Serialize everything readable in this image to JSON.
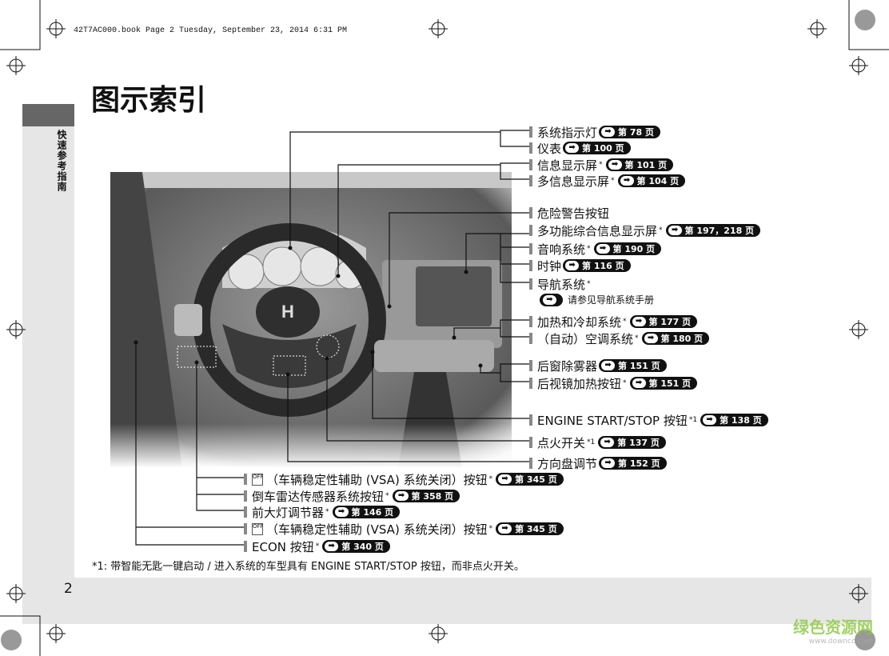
{
  "header": "42T7AC000.book  Page 2  Tuesday, September 23, 2014  6:31 PM",
  "title": "图示索引",
  "sidebar_label": "快速参考指南",
  "page_number": "2",
  "arrow_icon": "arrow-right-icon",
  "right_labels": [
    {
      "text": "系统指示灯",
      "star": "",
      "ref": "第 78 页"
    },
    {
      "text": "仪表",
      "star": "",
      "ref": "第 100 页"
    },
    {
      "text": "信息显示屏",
      "star": "*",
      "ref": "第 101 页"
    },
    {
      "text": "多信息显示屏",
      "star": "*",
      "ref": "第 104 页"
    },
    {
      "text": "危险警告按钮",
      "star": "",
      "ref": ""
    },
    {
      "text": "多功能综合信息显示屏",
      "star": "*",
      "ref": "第 197，218 页"
    },
    {
      "text": "音响系统",
      "star": "*",
      "ref": "第 190 页"
    },
    {
      "text": "时钟",
      "star": "",
      "ref": "第 116 页"
    },
    {
      "text": "导航系统",
      "star": "*",
      "ref": ""
    },
    {
      "text": "加热和冷却系统",
      "star": "*",
      "ref": "第 177 页"
    },
    {
      "text": "（自动）空调系统",
      "star": "*",
      "ref": "第 180 页"
    },
    {
      "text": "后窗除雾器",
      "star": "",
      "ref": "第 151 页"
    },
    {
      "text": "后视镜加热按钮",
      "star": "*",
      "ref": "第 151 页"
    },
    {
      "text": "ENGINE START/STOP 按钮",
      "star": "*1",
      "ref": "第 138 页"
    },
    {
      "text": "点火开关",
      "star": "*1",
      "ref": "第 137 页"
    },
    {
      "text": "方向盘调节",
      "star": "",
      "ref": "第 152 页"
    }
  ],
  "nav_sub": "请参见导航系统手册",
  "bottom_labels": [
    {
      "text": "（车辆稳定性辅助 (VSA) 系统关闭）按钮",
      "icon": true,
      "star": "*",
      "ref": "第 345 页"
    },
    {
      "text": "倒车雷达传感器系统按钮",
      "icon": false,
      "star": "*",
      "ref": "第 358 页"
    },
    {
      "text": "前大灯调节器",
      "icon": false,
      "star": "*",
      "ref": "第 146 页"
    },
    {
      "text": "（车辆稳定性辅助 (VSA) 系统关闭）按钮",
      "icon": true,
      "star": "*",
      "ref": "第 345 页"
    },
    {
      "text": "ECON 按钮",
      "icon": false,
      "star": "*",
      "ref": "第 340 页"
    }
  ],
  "vsa_icon_text": "OFF",
  "footnote": "*1: 带智能无匙一键启动 / 进入系统的车型具有 ENGINE START/STOP 按钮，而非点火开关。",
  "watermark": {
    "name": "绿色资源网",
    "url": "www.downcc.com"
  }
}
